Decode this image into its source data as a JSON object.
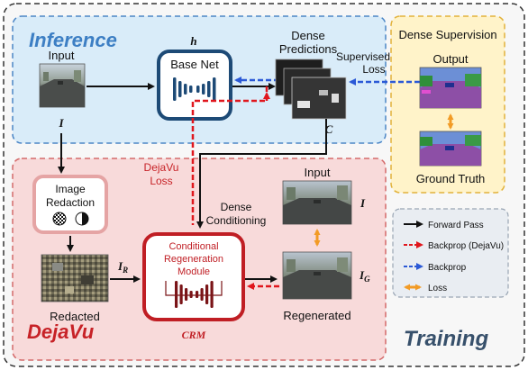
{
  "colors": {
    "inference_bg": "#d9ecf9",
    "inference_border": "#4c86c6",
    "dejavu_bg": "#f8dada",
    "dejavu_border": "#d46a6a",
    "supervision_bg": "#fff3c9",
    "supervision_border": "#e2b23a",
    "legend_bg": "#e9edf2",
    "net_border": "#1d4a76",
    "crm_border": "#c01e24",
    "forward": "#111111",
    "backprop_dejavu": "#e0161d",
    "backprop": "#2b59d6",
    "loss": "#f29b25",
    "title_inference": "#3d7fc4",
    "title_dejavu": "#c72227",
    "title_training": "#37506b"
  },
  "titles": {
    "inference": "Inference",
    "dejavu": "DejaVu",
    "training": "Training",
    "dense_supervision": "Dense Supervision"
  },
  "inference": {
    "input_label": "Input",
    "input_symbol": "I",
    "net_symbol": "h",
    "net_label": "Base Net",
    "dense_predictions_label_1": "Dense",
    "dense_predictions_label_2": "Predictions",
    "dense_predictions_symbol": "C",
    "supervised_loss_1": "Supervised",
    "supervised_loss_2": "Loss"
  },
  "supervision": {
    "output_label": "Output",
    "ground_truth_label": "Ground Truth"
  },
  "dejavu": {
    "redaction_label_1": "Image",
    "redaction_label_2": "Redaction",
    "redacted_label": "Redacted",
    "redacted_symbol": "I",
    "redacted_subscript": "R",
    "dejavu_loss_1": "DejaVu",
    "dejavu_loss_2": "Loss",
    "dense_conditioning_1": "Dense",
    "dense_conditioning_2": "Conditioning",
    "crm_label_1": "Conditional",
    "crm_label_2": "Regeneration",
    "crm_label_3": "Module",
    "crm_symbol": "CRM",
    "input_label": "Input",
    "input_symbol": "I",
    "regenerated_label": "Regenerated",
    "regenerated_symbol": "I",
    "regenerated_subscript": "G"
  },
  "legend": [
    {
      "label": "Forward Pass",
      "kind": "forward",
      "color": "#111111"
    },
    {
      "label": "Backprop (DejaVu)",
      "kind": "backprop_dejavu",
      "color": "#e0161d"
    },
    {
      "label": "Backprop",
      "kind": "backprop",
      "color": "#2b59d6"
    },
    {
      "label": "Loss",
      "kind": "loss",
      "color": "#f29b25"
    }
  ]
}
